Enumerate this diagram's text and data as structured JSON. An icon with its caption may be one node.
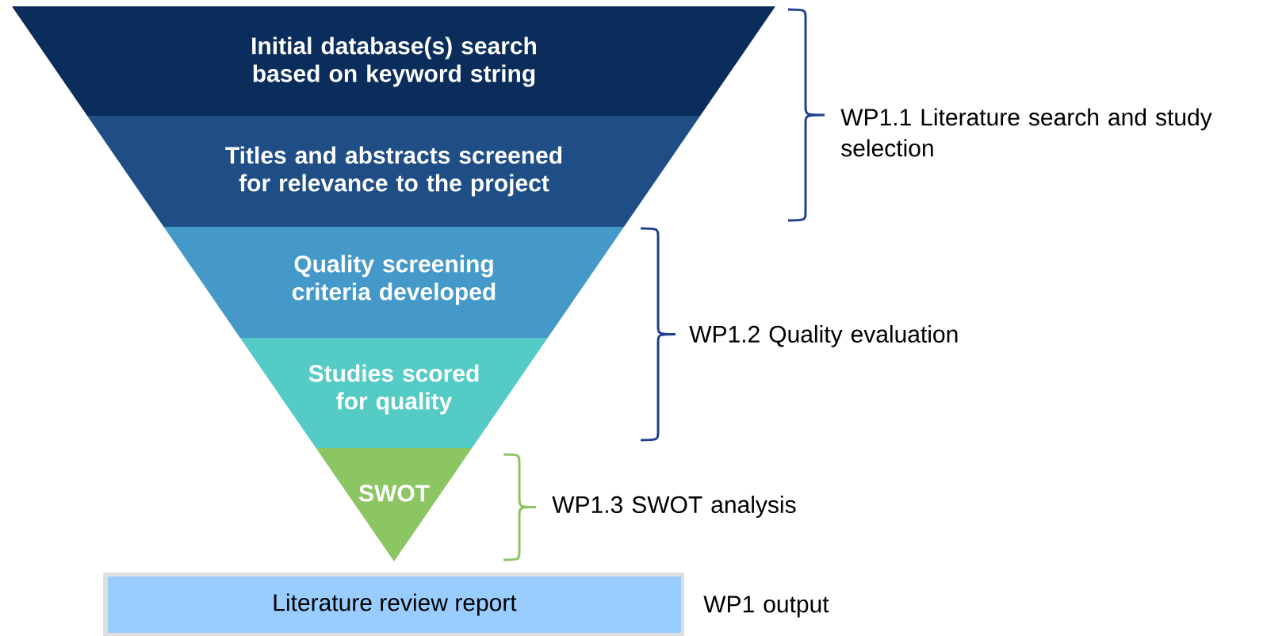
{
  "diagram": {
    "nodes": [
      {
        "text": [
          "Initial database(s) search based on keyword string"
        ]
      },
      {
        "text": [
          "Titles and abstracts screened for relevance to the project"
        ]
      },
      {
        "text": [
          "Quality screening criteria developed"
        ]
      },
      {
        "text": [
          "Studies scored for quality"
        ]
      },
      {
        "text": [
          "SWOT"
        ]
      },
      {
        "text": [
          "Literature review report"
        ]
      }
    ],
    "labels": [
      "WP1.1 Literature search and study selection",
      "WP1.2 Quality evaluation",
      "WP1.3 SWOT analysis",
      "WP1 output"
    ]
  }
}
